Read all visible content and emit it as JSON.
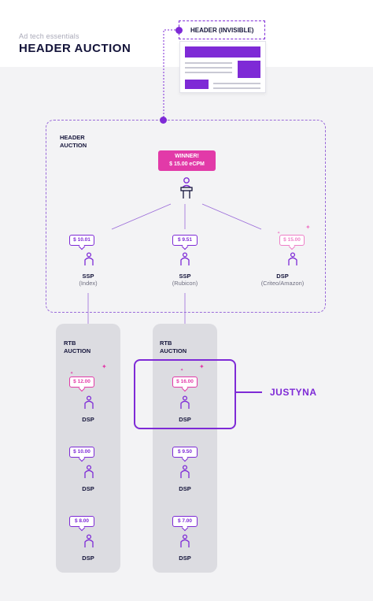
{
  "subtitle": "Ad tech essentials",
  "title": "HEADER AUCTION",
  "header_box": {
    "label": "HEADER (INVISIBLE)"
  },
  "header_auction": {
    "label_line1": "HEADER",
    "label_line2": "AUCTION"
  },
  "winner": {
    "line1": "WINNER!",
    "line2": "$ 15.00 eCPM"
  },
  "ssps": [
    {
      "price": "$ 10.01",
      "name": "SSP",
      "sub": "(Index)"
    },
    {
      "price": "$ 9.51",
      "name": "SSP",
      "sub": "(Rubicon)"
    },
    {
      "price": "$ 15.00",
      "name": "DSP",
      "sub": "(Criteo/Amazon)"
    }
  ],
  "rtb_left": {
    "label_line1": "RTB",
    "label_line2": "AUCTION",
    "bids": [
      {
        "price": "$ 12.00",
        "name": "DSP"
      },
      {
        "price": "$ 10.00",
        "name": "DSP"
      },
      {
        "price": "$ 8.00",
        "name": "DSP"
      }
    ]
  },
  "rtb_right": {
    "label_line1": "RTB",
    "label_line2": "AUCTION",
    "bids": [
      {
        "price": "$ 16.00",
        "name": "DSP"
      },
      {
        "price": "$ 9.50",
        "name": "DSP"
      },
      {
        "price": "$ 7.00",
        "name": "DSP"
      }
    ]
  },
  "callout": "JUSTYNA",
  "colors": {
    "purple": "#7e2ad6",
    "pink": "#e23aa8",
    "light_pink": "#ee7fc8",
    "navy": "#14143a"
  }
}
